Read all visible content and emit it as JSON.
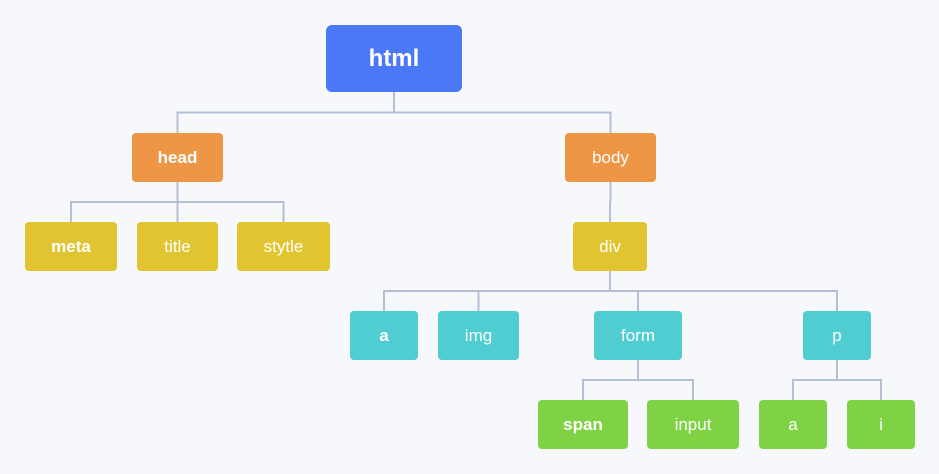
{
  "colors": {
    "background": "#f7f8fc",
    "connector": "#b4bfd6",
    "level0": "#4a78f7",
    "level1": "#ed9645",
    "level2": "#e0c531",
    "level3": "#4fcdd0",
    "level4": "#7ed244"
  },
  "tree": {
    "root": {
      "label": "html",
      "bold": true,
      "level": 0
    },
    "head": {
      "label": "head",
      "bold": true,
      "level": 1
    },
    "body": {
      "label": "body",
      "bold": false,
      "level": 1
    },
    "meta": {
      "label": "meta",
      "bold": true,
      "level": 2
    },
    "title": {
      "label": "title",
      "bold": false,
      "level": 2
    },
    "stytle": {
      "label": "stytle",
      "bold": false,
      "level": 2
    },
    "div": {
      "label": "div",
      "bold": false,
      "level": 2
    },
    "div_a": {
      "label": "a",
      "bold": true,
      "level": 3
    },
    "img": {
      "label": "img",
      "bold": false,
      "level": 3
    },
    "form": {
      "label": "form",
      "bold": false,
      "level": 3
    },
    "p": {
      "label": "p",
      "bold": false,
      "level": 3
    },
    "span": {
      "label": "span",
      "bold": true,
      "level": 4
    },
    "input": {
      "label": "input",
      "bold": false,
      "level": 4
    },
    "p_a": {
      "label": "a",
      "bold": false,
      "level": 4
    },
    "i": {
      "label": "i",
      "bold": false,
      "level": 4
    }
  },
  "edges": [
    [
      "root",
      "head"
    ],
    [
      "root",
      "body"
    ],
    [
      "head",
      "meta"
    ],
    [
      "head",
      "title"
    ],
    [
      "head",
      "stytle"
    ],
    [
      "body",
      "div"
    ],
    [
      "div",
      "div_a"
    ],
    [
      "div",
      "img"
    ],
    [
      "div",
      "form"
    ],
    [
      "div",
      "p"
    ],
    [
      "form",
      "span"
    ],
    [
      "form",
      "input"
    ],
    [
      "p",
      "p_a"
    ],
    [
      "p",
      "i"
    ]
  ]
}
